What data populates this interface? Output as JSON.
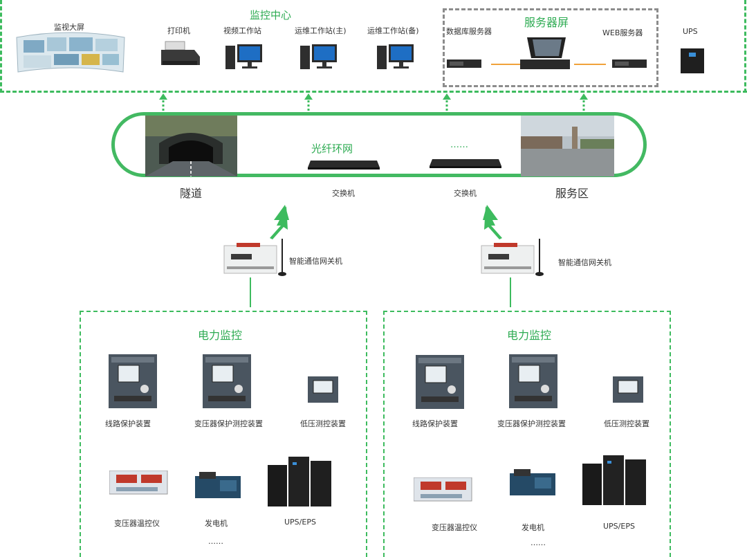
{
  "monitor_center": {
    "title": "监控中心",
    "big_screen": "监视大屏",
    "printer": "打印机",
    "video_ws": "视频工作站",
    "ops_ws_main": "运维工作站(主)",
    "ops_ws_backup": "运维工作站(备)",
    "server_screen": {
      "title": "服务器屏",
      "db_server": "数据库服务器",
      "web_server": "WEB服务器"
    },
    "ups": "UPS"
  },
  "ring": {
    "title": "光纤环网",
    "ellipsis": "……",
    "tunnel": "隧道",
    "switch_1": "交换机",
    "switch_2": "交换机",
    "service_area": "服务区"
  },
  "gateways": [
    "智能通信网关机",
    "智能通信网关机"
  ],
  "power_groups": [
    {
      "title": "电力监控",
      "line_protect": "线路保护装置",
      "transformer_protect": "变压器保护测控装置",
      "low_voltage": "低压测控装置",
      "temp_controller": "变压器温控仪",
      "generator": "发电机",
      "ups_eps": "UPS/EPS",
      "more": "……"
    },
    {
      "title": "电力监控",
      "line_protect": "线路保护装置",
      "transformer_protect": "变压器保护测控装置",
      "low_voltage": "低压测控装置",
      "temp_controller": "变压器温控仪",
      "generator": "发电机",
      "ups_eps": "UPS/EPS",
      "more": "……"
    }
  ],
  "colors": {
    "green": "#3dbb5e",
    "orange": "#f0a23a",
    "gray": "#8c8c8c"
  }
}
